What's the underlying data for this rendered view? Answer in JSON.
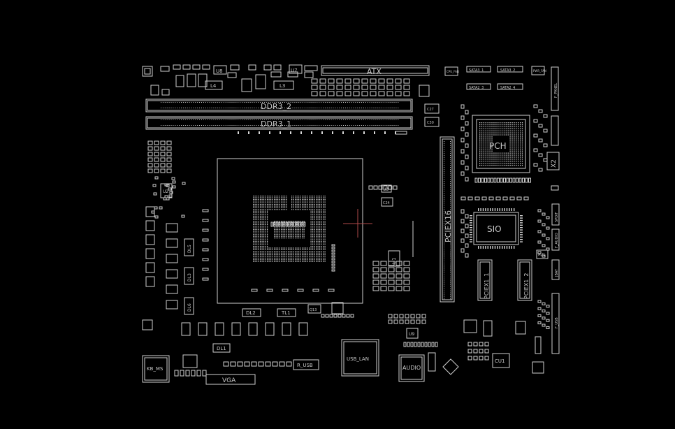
{
  "viewer": {
    "background": "#000000",
    "stroke_color": "#d0d0d0",
    "cursor_color": "#b04a4a"
  },
  "labels": {
    "atx": "ATX",
    "ddr3_2": "DDR3_2",
    "ddr3_1": "DDR3_1",
    "pch": "PCH",
    "sio": "SIO",
    "pciex16": "PCIEX16",
    "pciex1_1": "PCIEX1_1",
    "pciex1_2": "PCIEX1_2",
    "x2": "X2",
    "kb_ms": "KB_MS",
    "vga": "VGA",
    "r_usb": "R_USB",
    "usb_lan": "USB_LAN",
    "audio": "AUDIO",
    "cu1": "CU1",
    "dl1": "DL1",
    "dl2": "DL2",
    "tl1": "TL1",
    "u1": "U1",
    "u2": "U2",
    "u3": "U3",
    "u7": "U7",
    "u8": "U8",
    "u9": "U9",
    "l3": "L3",
    "l4": "L4",
    "au1": "AU1",
    "sata_1": "SATA3_1",
    "sata_2": "SATA3_2",
    "sata_3": "SATA2_3",
    "sata_4": "SATA2_4",
    "dl3": "DL3",
    "dl5": "DL5",
    "dl6": "DL6",
    "c24": "C24",
    "c27": "C27",
    "c30": "C30",
    "q13": "Q13",
    "pwr_fan": "PWR_FAN",
    "f_panel": "F_PANEL",
    "jbat": "JBAT",
    "spdif": "SPDIF",
    "f_audio": "F_AUDIO",
    "f_usb": "F_USB",
    "cpu_fan": "CPU_FAN"
  }
}
